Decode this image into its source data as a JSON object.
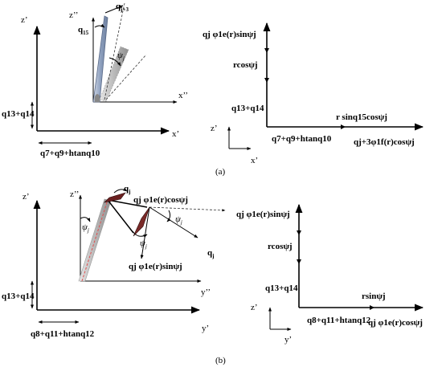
{
  "panel_a": {
    "caption": "(a)",
    "left": {
      "z_axis": "z’",
      "x_axis": "x’",
      "z2_axis": "z’’",
      "x2_axis": "x’’",
      "q_j3": "q",
      "q_j3_sub": "j+3",
      "q15": "q",
      "q15_sub": "15",
      "psi": "ψ",
      "psi_sub": "j",
      "offset_vertical": "q13+q14",
      "offset_horizontal": "q7+q9+htanq10"
    },
    "right": {
      "z_axis": "z’",
      "x_axis": "x’",
      "top_label": "qj φ1e(r)sinψj",
      "r_cos": "rcosψj",
      "offset_vertical": "q13+q14",
      "offset_horizontal": "q7+q9+htanq10",
      "r_sin": "r sinq15cosψj",
      "end_label": "qj+3φ1f(r)cosψj"
    }
  },
  "panel_b": {
    "caption": "(b)",
    "left": {
      "z_axis": "z’",
      "y_axis": "y’",
      "z2_axis": "z’’",
      "y2_axis": "y’’",
      "q_j": "q",
      "q_j_sub": "j",
      "psi": "ψ",
      "psi_sub": "j",
      "cos_label": "qj φ1e(r)cosψj",
      "sin_label": "qj φ1e(r)sinψj",
      "offset_vertical": "q13+q14",
      "offset_horizontal": "q8+q11+htanq12"
    },
    "right": {
      "z_axis": "z’",
      "y_axis": "y’",
      "top_label": "qj φ1e(r)sinψj",
      "r_cos": "rcosψj",
      "offset_vertical": "q13+q14",
      "offset_horizontal": "q8+q11+htanq12",
      "r_sin": "rsinψj",
      "end_label": "qj φ1e(r)cosψj"
    }
  }
}
